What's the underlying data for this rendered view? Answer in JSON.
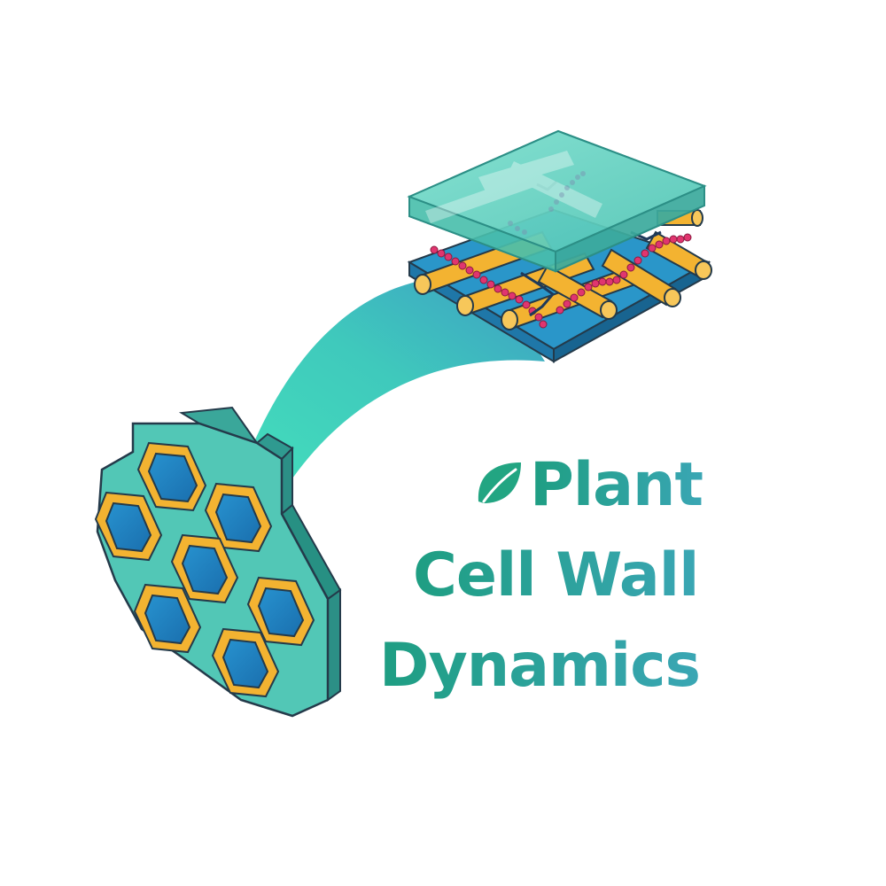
{
  "title": {
    "line1": "Plant",
    "line2": "Cell Wall",
    "line3": "Dynamics"
  },
  "icons": {
    "logo": "leaf-icon",
    "tissue": "hexagonal-cell-tissue-icon",
    "wall_layers": "cell-wall-layers-icon"
  },
  "colors": {
    "title_start": "#1e9e82",
    "title_end": "#3aa6b4",
    "leaf": "#22a582",
    "teal_light": "#5ccdb9",
    "teal_mid": "#3fb8a6",
    "teal_dark": "#2c8f86",
    "cell_blue": "#1e80c0",
    "cell_blue_dark": "#175f93",
    "cellulose_gold": "#f3b331",
    "cellulose_gold_dark": "#c98b12",
    "pectin_pink": "#e0356f",
    "outline": "#243a4a"
  }
}
